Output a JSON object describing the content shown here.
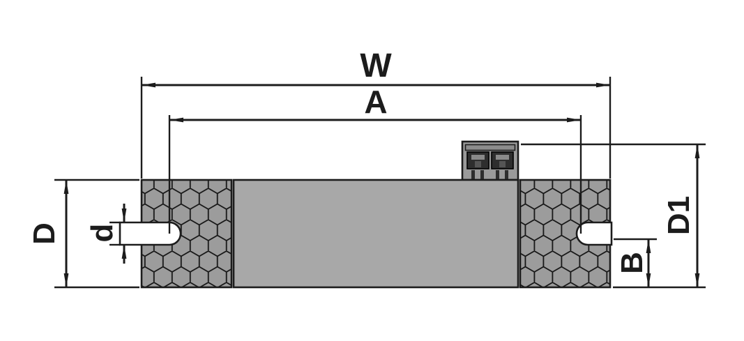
{
  "drawing": {
    "labels": {
      "W": "W",
      "A": "A",
      "D": "D",
      "d": "d",
      "D1": "D1",
      "B": "B"
    },
    "colors": {
      "line": "#1c1c1c",
      "body_fill": "#a8a8a8",
      "cap_fill": "#9c9c9c",
      "hex_line": "#161616",
      "slot_fill": "#ffffff",
      "connector_fill": "#9a9a9a",
      "connector_lid_fill": "#8c8c8c",
      "terminal_fill": "#2e2e2e",
      "contact_fill": "#8a8a8a",
      "background": "#ffffff"
    }
  }
}
